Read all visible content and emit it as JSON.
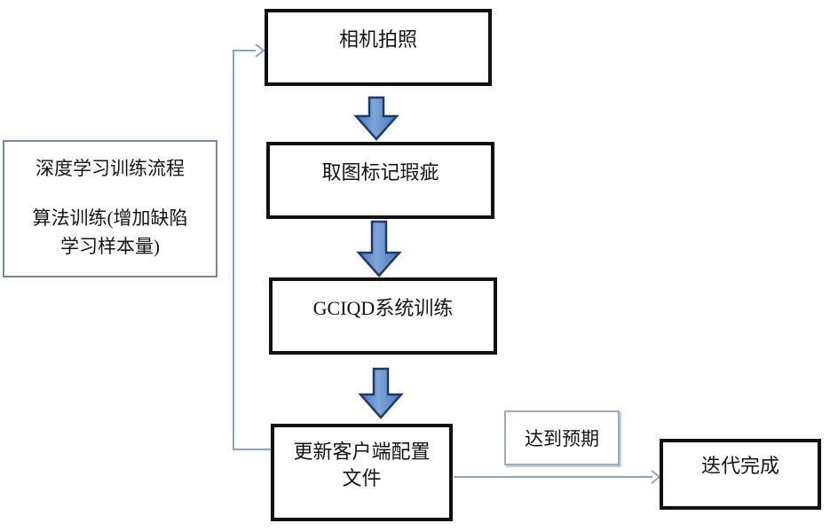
{
  "diagram": {
    "nodes": {
      "camera": {
        "label": "相机拍照"
      },
      "mark_defects": {
        "label": "取图标记瑕疵"
      },
      "gciqd_training": {
        "label": "GCIQD系统训练"
      },
      "update_config": {
        "line1": "更新客户端配置",
        "line2": "文件"
      },
      "process_note": {
        "line1": "深度学习训练流程",
        "line2": "算法训练(增加缺陷",
        "line3": "学习样本量)"
      },
      "expected": {
        "label": "达到预期"
      },
      "done": {
        "label": "迭代完成"
      }
    },
    "colors": {
      "box_border": "#111111",
      "thin_box_border": "#74889f",
      "expected_box_border": "#9aa9bb",
      "connector": "#89a4cb",
      "arrow_fill": "#4674b4",
      "arrow_fill_light": "#7fa6da",
      "arrow_stroke": "#1f3a68",
      "text": "#141414"
    }
  }
}
